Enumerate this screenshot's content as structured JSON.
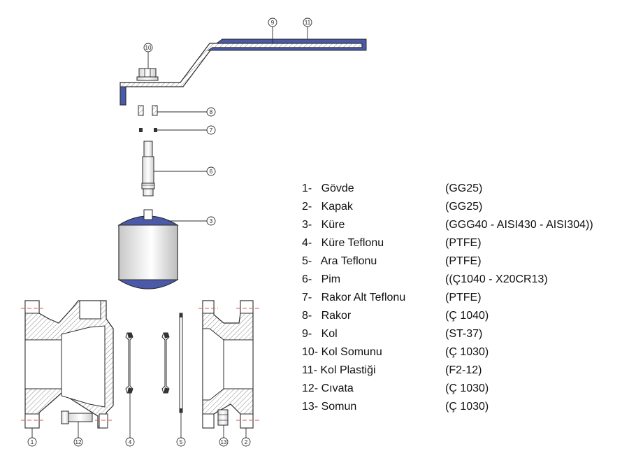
{
  "callouts": {
    "c1": "1",
    "c2": "2",
    "c3": "3",
    "c4": "4",
    "c5": "5",
    "c6": "6",
    "c7": "7",
    "c8": "8",
    "c9": "9",
    "c10": "10",
    "c11": "11",
    "c12": "12",
    "c13": "13"
  },
  "parts": [
    {
      "name": "1-   Gövde",
      "material": "(GG25)"
    },
    {
      "name": "2-   Kapak",
      "material": "(GG25)"
    },
    {
      "name": "3-   Küre",
      "material": "(GGG40 - AISI430 - AISI304))"
    },
    {
      "name": "4-   Küre Teflonu",
      "material": "(PTFE)"
    },
    {
      "name": "5-   Ara Teflonu",
      "material": "(PTFE)"
    },
    {
      "name": "6-   Pim",
      "material": "((Ç1040 - X20CR13)"
    },
    {
      "name": "7-   Rakor Alt Teflonu",
      "material": "(PTFE)"
    },
    {
      "name": "8-   Rakor",
      "material": "(Ç 1040)"
    },
    {
      "name": "9-   Kol",
      "material": "(ST-37)"
    },
    {
      "name": "10- Kol Somunu",
      "material": "(Ç 1030)"
    },
    {
      "name": "11- Kol Plastiği",
      "material": "(F2-12)"
    },
    {
      "name": "12- Cıvata",
      "material": "(Ç 1030)"
    },
    {
      "name": "13- Somun",
      "material": "(Ç 1030)"
    }
  ],
  "colors": {
    "outline": "#2b2b2b",
    "hatch": "#7a7a7a",
    "blue_fill": "#4a5aa8",
    "centerline": "#e05a4a"
  }
}
